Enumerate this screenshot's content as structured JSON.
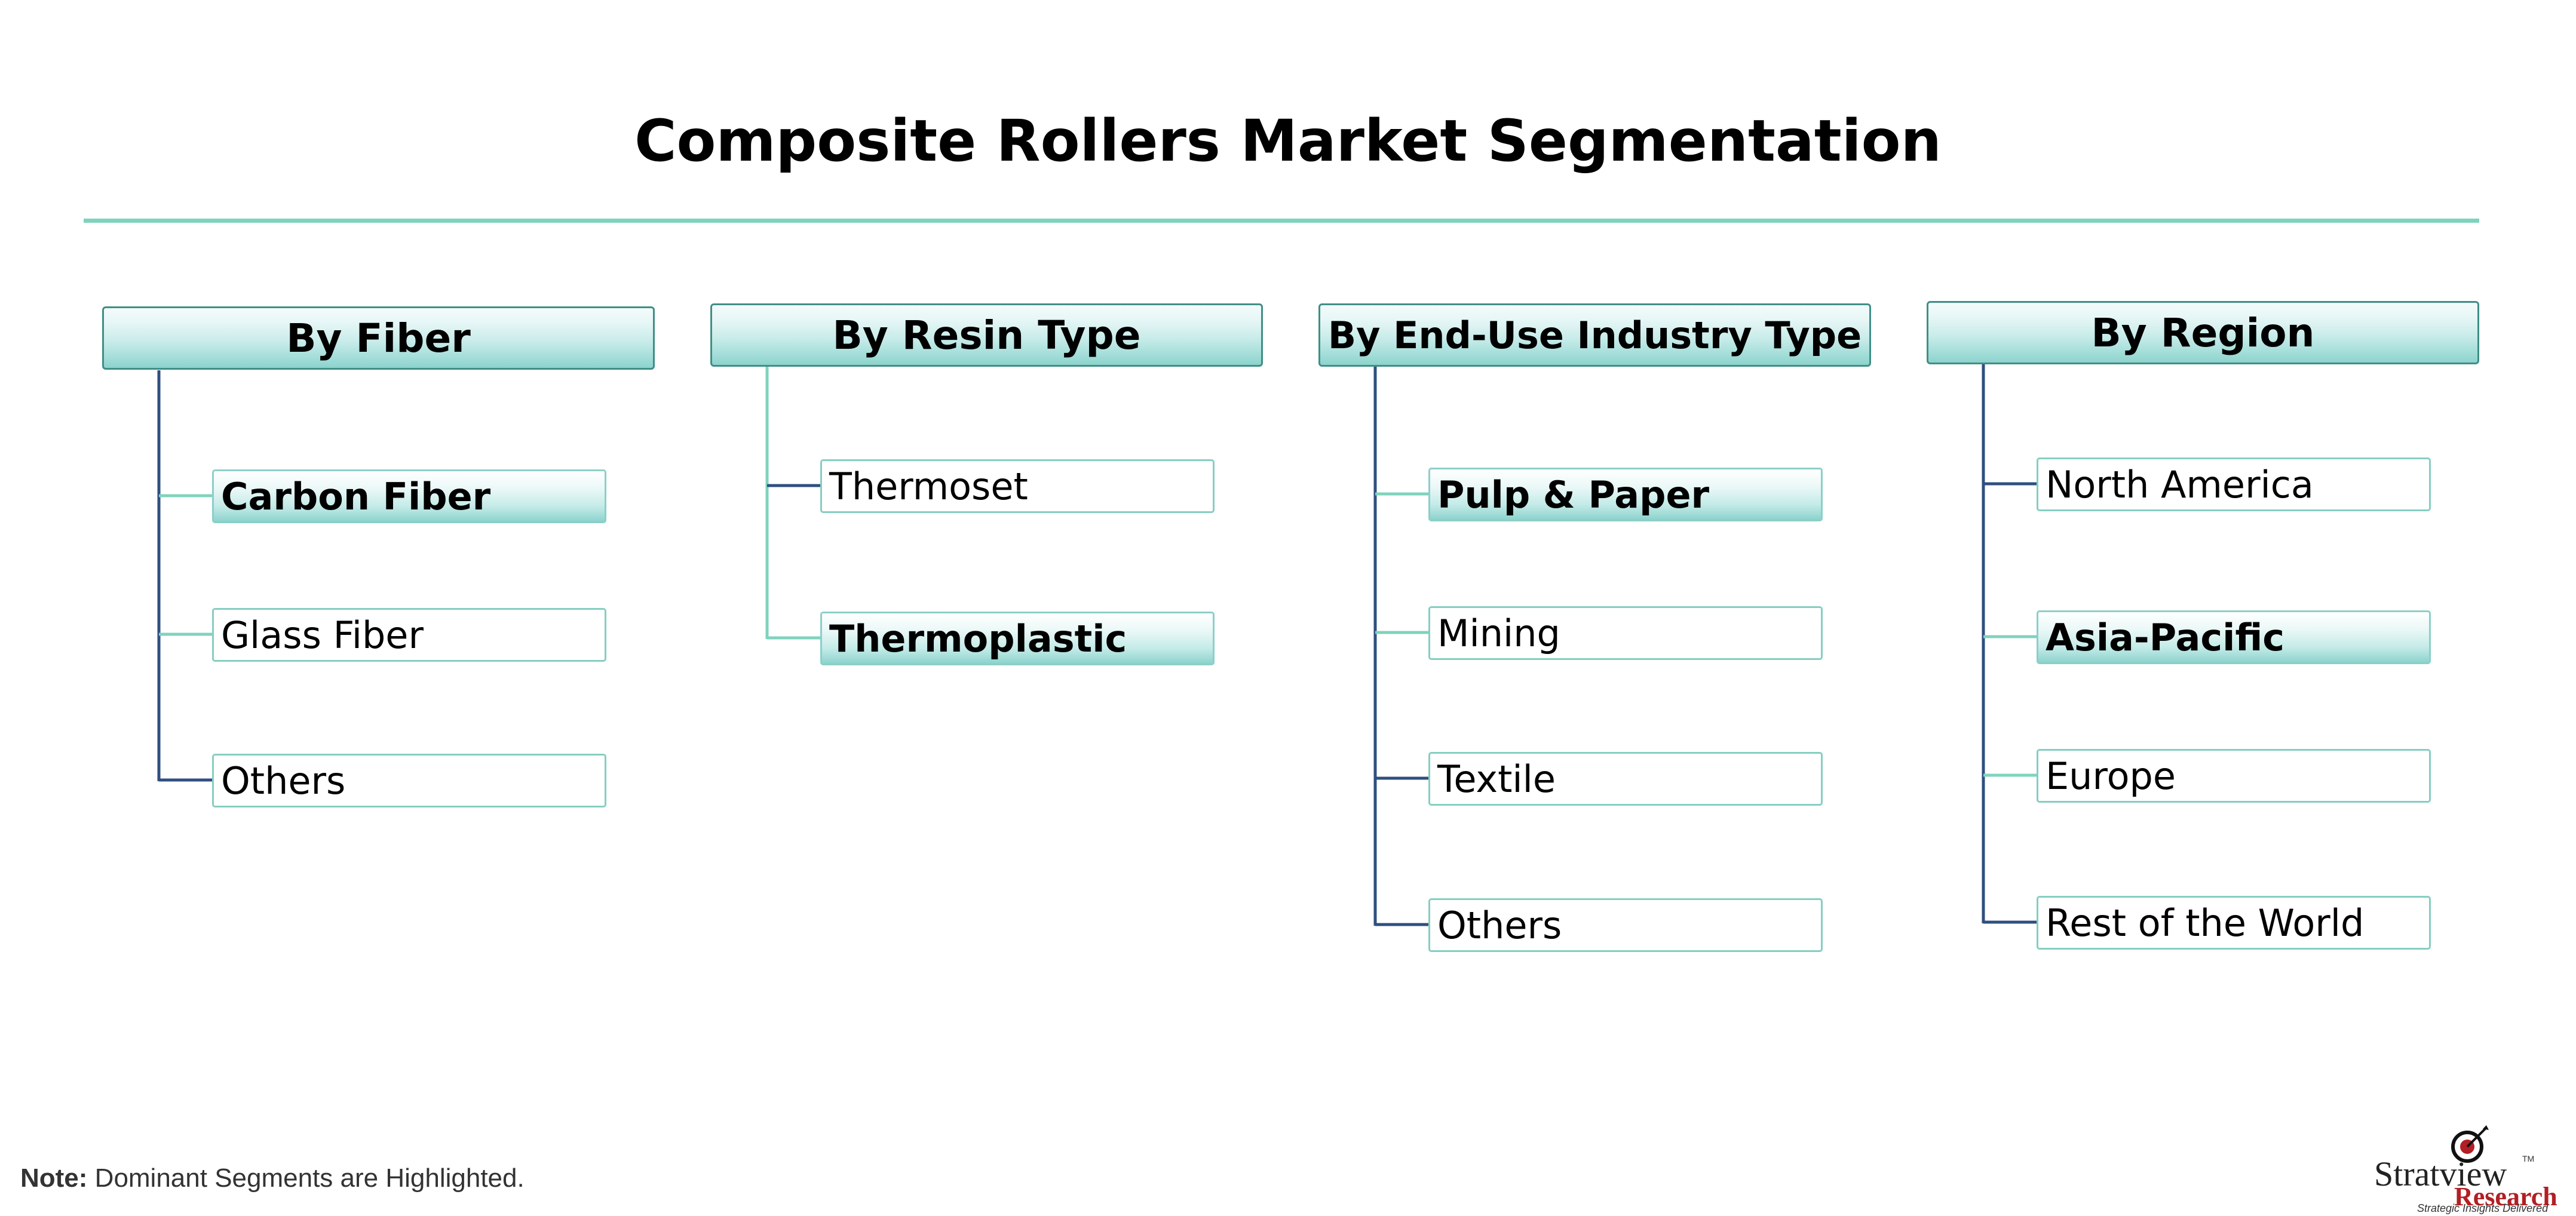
{
  "title": "Composite Rollers Market Segmentation",
  "columns": [
    {
      "header": "By Fiber",
      "items": [
        {
          "label": "Carbon Fiber",
          "dominant": true
        },
        {
          "label": "Glass Fiber",
          "dominant": false
        },
        {
          "label": "Others",
          "dominant": false
        }
      ]
    },
    {
      "header": "By Resin Type",
      "items": [
        {
          "label": "Thermoset",
          "dominant": false
        },
        {
          "label": "Thermoplastic",
          "dominant": true
        }
      ]
    },
    {
      "header": "By End-Use Industry Type",
      "items": [
        {
          "label": "Pulp & Paper",
          "dominant": true
        },
        {
          "label": "Mining",
          "dominant": false
        },
        {
          "label": "Textile",
          "dominant": false
        },
        {
          "label": "Others",
          "dominant": false
        }
      ]
    },
    {
      "header": "By Region",
      "items": [
        {
          "label": "North America",
          "dominant": false
        },
        {
          "label": "Asia-Pacific",
          "dominant": true
        },
        {
          "label": "Europe",
          "dominant": false
        },
        {
          "label": "Rest of the World",
          "dominant": false
        }
      ]
    }
  ],
  "note": {
    "label": "Note:",
    "text": " Dominant Segments are Highlighted."
  },
  "logo": {
    "name": "Stratview",
    "sub": "Research",
    "tagline": "Strategic Insights Delivered",
    "tm": "TM"
  },
  "colors": {
    "accent_rule": "#7fd3bd",
    "connector_dark": "#2f4f7f",
    "connector_light": "#7fd3bd",
    "logo_red": "#b21f24"
  }
}
